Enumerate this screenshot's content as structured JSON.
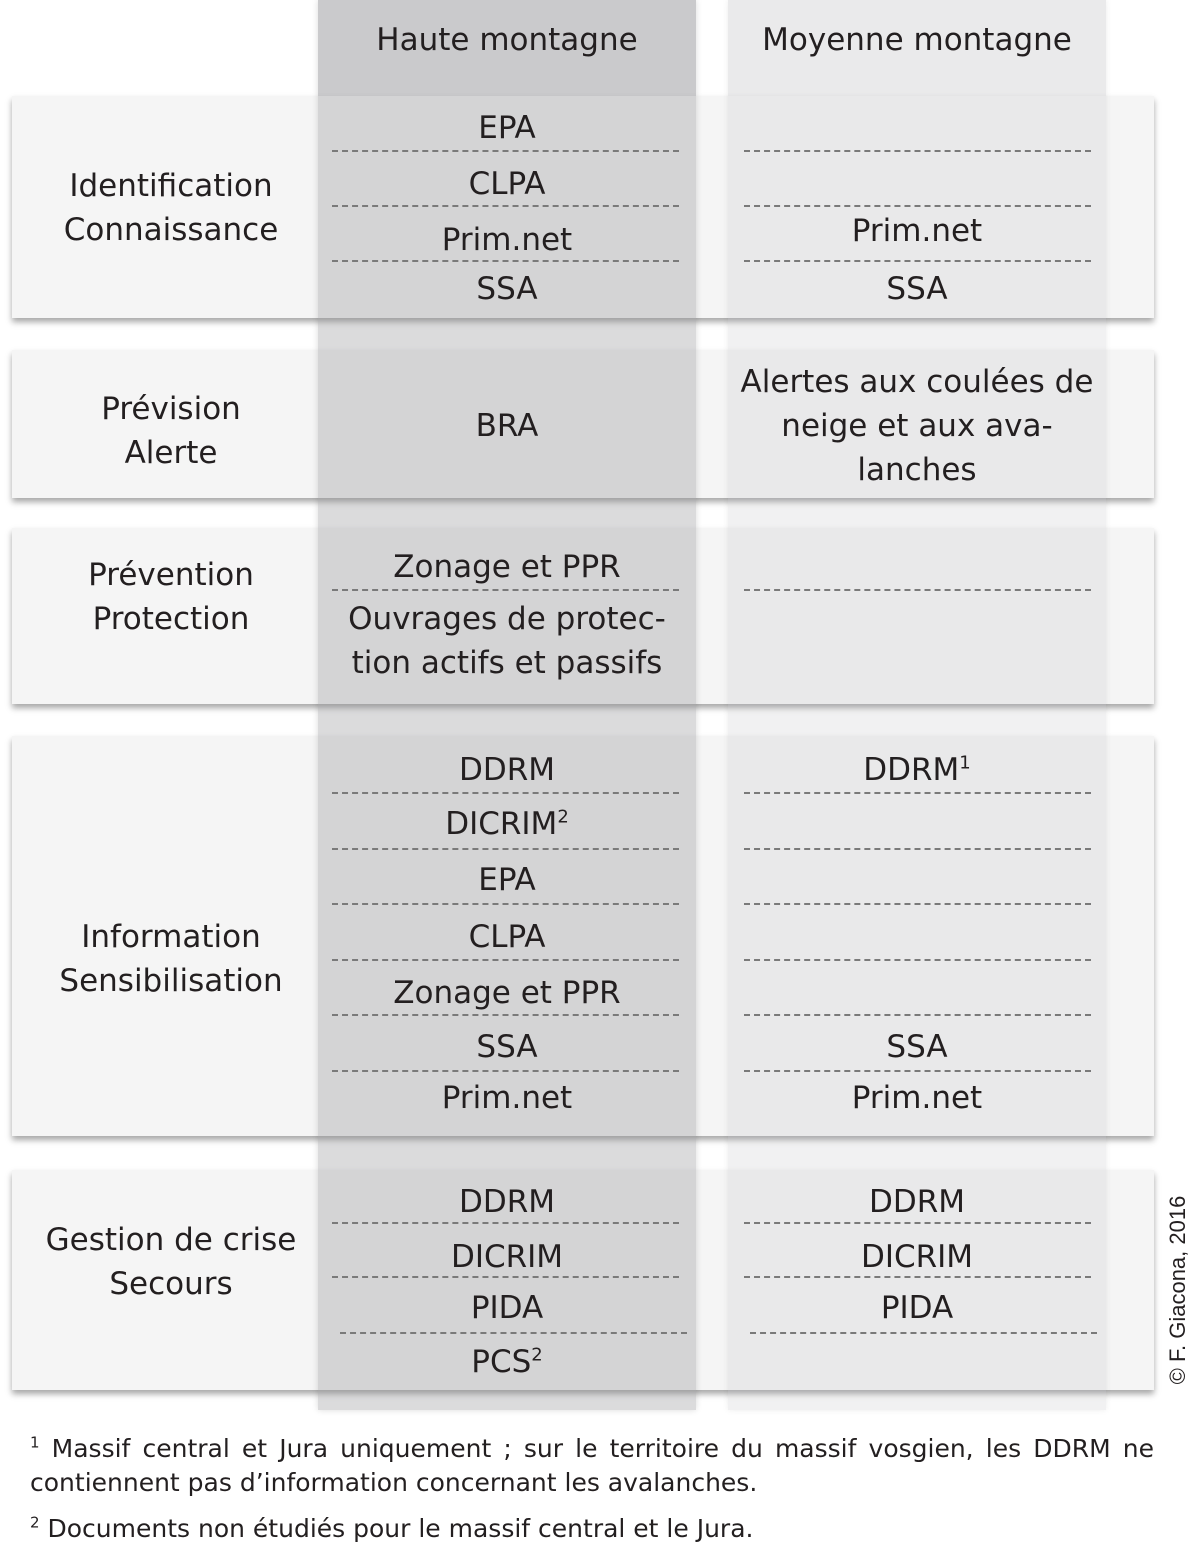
{
  "columns": {
    "haute": "Haute montagne",
    "moyenne": "Moyenne montagne"
  },
  "rows": {
    "identification": {
      "label_line1": "Identification",
      "label_line2": "Connaissance",
      "haute": [
        "EPA",
        "CLPA",
        "Prim.net",
        "SSA"
      ],
      "moyenne": [
        "",
        "",
        "Prim.net",
        "SSA"
      ]
    },
    "prevision": {
      "label_line1": "Prévision",
      "label_line2": "Alerte",
      "haute": [
        "BRA"
      ],
      "moyenne_line1": "Alertes aux coulées de",
      "moyenne_line2": "neige et aux ava-",
      "moyenne_line3": "lanches"
    },
    "prevention": {
      "label_line1": "Prévention",
      "label_line2": "Protection",
      "haute_item1": "Zonage et PPR",
      "haute_item2_line1": "Ouvrages de protec-",
      "haute_item2_line2": "tion actifs et passifs"
    },
    "information": {
      "label_line1": "Information",
      "label_line2": "Sensibilisation",
      "haute": [
        "DDRM",
        "DICRIM",
        "EPA",
        "CLPA",
        "Zonage et PPR",
        "SSA",
        "Prim.net"
      ],
      "haute_sup": {
        "dicrim": "2"
      },
      "moyenne": [
        "DDRM",
        "",
        "",
        "",
        "",
        "SSA",
        "Prim.net"
      ],
      "moyenne_sup": {
        "ddrm": "1"
      }
    },
    "gestion": {
      "label_line1": "Gestion de crise",
      "label_line2": "Secours",
      "haute": [
        "DDRM",
        "DICRIM",
        "PIDA",
        "PCS"
      ],
      "haute_sup": {
        "pcs": "2"
      },
      "moyenne": [
        "DDRM",
        "DICRIM",
        "PIDA"
      ]
    }
  },
  "copyright": "© F. Giacona, 2016",
  "footnotes": {
    "fn1_mark": "1",
    "fn1_text": "Massif central et Jura uniquement ; sur le territoire du massif vosgien, les DDRM ne contiennent pas d’information concernant les avalanches.",
    "fn2_mark": "2",
    "fn2_text": "Documents non étudiés pour le massif central et le Jura."
  }
}
